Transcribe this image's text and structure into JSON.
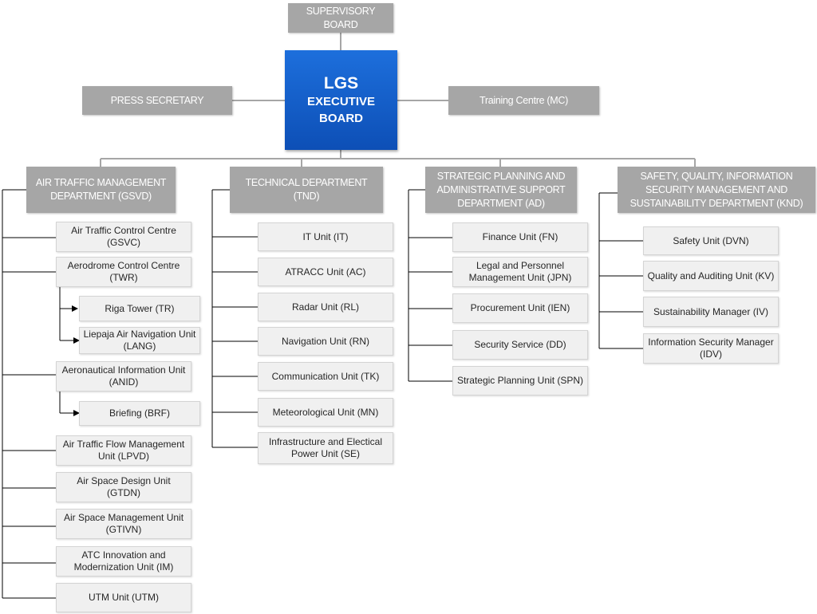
{
  "top": {
    "supervisory_board": "SUPERVISORY BOARD",
    "press_secretary": "PRESS SECRETARY",
    "training_centre": "Training Centre (MC)",
    "executive": {
      "line1": "LGS",
      "line2": "EXECUTIVE",
      "line3": "BOARD"
    }
  },
  "departments": {
    "gsvd": {
      "title": "AIR TRAFFIC MANAGEMENT DEPARTMENT (GSVD)",
      "units": {
        "gsvc": "Air Traffic Control Centre (GSVC)",
        "twr": "Aerodrome Control Centre (TWR)",
        "tr": "Riga Tower (TR)",
        "lang": "Liepaja Air Navigation Unit (LANG)",
        "anid": "Aeronautical Information Unit (ANID)",
        "brf": "Briefing (BRF)",
        "lpvd": "Air Traffic Flow Management Unit (LPVD)",
        "gtdn": "Air Space Design Unit (GTDN)",
        "gtivn": "Air Space Management Unit (GTIVN)",
        "im": "ATC Innovation and Modernization Unit (IM)",
        "utm": "UTM Unit (UTM)"
      }
    },
    "tnd": {
      "title": "TECHNICAL DEPARTMENT (TND)",
      "units": {
        "it": "IT Unit (IT)",
        "ac": "ATRACC Unit (AC)",
        "rl": "Radar Unit (RL)",
        "rn": "Navigation Unit (RN)",
        "tk": "Communication Unit (TK)",
        "mn": "Meteorological Unit (MN)",
        "se": "Infrastructure and Electical Power Unit (SE)"
      }
    },
    "ad": {
      "title": "STRATEGIC PLANNING AND ADMINISTRATIVE SUPPORT DEPARTMENT (AD)",
      "units": {
        "fn": "Finance Unit (FN)",
        "jpn": "Legal and Personnel Management Unit (JPN)",
        "ien": "Procurement Unit (IEN)",
        "dd": "Security Service (DD)",
        "spn": "Strategic Planning Unit (SPN)"
      }
    },
    "knd": {
      "title": "SAFETY, QUALITY, INFORMATION SECURITY MANAGEMENT AND SUSTAINABILITY DEPARTMENT (KND)",
      "units": {
        "dvn": "Safety Unit (DVN)",
        "kv": "Quality and Auditing Unit (KV)",
        "iv": "Sustainability Manager (IV)",
        "idv": "Information Security Manager (IDV)"
      }
    }
  },
  "colors": {
    "header_grey": "#a6a6a6",
    "unit_fill": "#f0f0f0",
    "executive_blue": "#1360cc",
    "connector": "#a6a6a6"
  }
}
